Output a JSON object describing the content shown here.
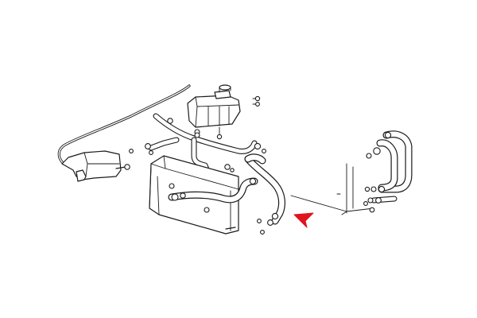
{
  "diagram": {
    "line_color": "#1a1a1a",
    "background_color": "#ffffff",
    "pointer_color": "#e0141e",
    "parts": [
      "coolant-expansion-tank",
      "washer-reservoir",
      "radiator",
      "upper-radiator-hose",
      "lower-radiator-hose",
      "heater-hoses",
      "overflow-line",
      "hose-clamps"
    ],
    "highlighted_part": "upper-radiator-hose"
  }
}
